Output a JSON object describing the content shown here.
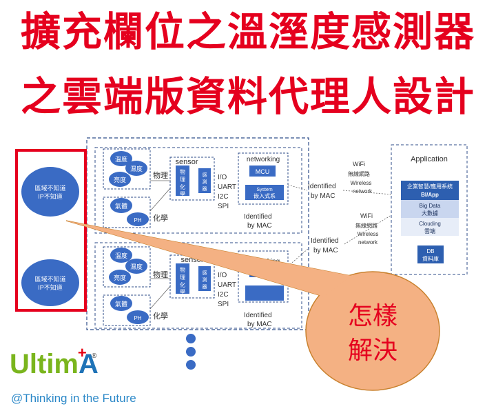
{
  "title": {
    "line1": "擴充欄位之溫溼度感測器",
    "line2": "之雲端版資料代理人設計"
  },
  "diagram": {
    "unknown_device": {
      "line1": "區域不知道",
      "line2": "IP不知道"
    },
    "sensors": {
      "temp": "溫度",
      "humid": "濕度",
      "light": "亮度",
      "gas": "氣體",
      "ph": "PH"
    },
    "physics_label": "物理",
    "chem_label": "化學",
    "sensor_label": "sensor",
    "phys_chem_box": "物理化學",
    "detector_box": "感測器",
    "interfaces": [
      "I/O",
      "UART",
      "I2C",
      "SPI"
    ],
    "networking_label": "networking",
    "mcu_label": "MCU",
    "system_label": "System",
    "embedded_label": "嵌入式系",
    "identified_label": "Identified",
    "by_mac_label": "by MAC",
    "wifi": {
      "line1": "WiFi",
      "line2": "無線網路",
      "line3": "Wireless",
      "line4": "network"
    },
    "application": {
      "title": "Application",
      "bi_line1": "企業智慧/應用系統",
      "bi_line2": "BI/App",
      "bigdata_line1": "Big Data",
      "bigdata_line2": "大數據",
      "cloud_line1": "Clouding",
      "cloud_line2": "雲端",
      "db_line1": "DB",
      "db_line2": "資料庫"
    },
    "callout": {
      "line1": "怎樣",
      "line2": "解決"
    }
  },
  "logo": {
    "word_part1": "Ultim",
    "word_part2": "A",
    "plus": "+",
    "registered": "®",
    "tagline": "@Thinking in the Future"
  },
  "colors": {
    "title_red": "#e5001e",
    "device_blue": "#3a6bc4",
    "dash_blue": "#2f4d8a",
    "callout_fill": "#f4b183",
    "logo_green": "#7ab51d",
    "logo_blue": "#1f73b7",
    "logo_red": "#e60012"
  }
}
